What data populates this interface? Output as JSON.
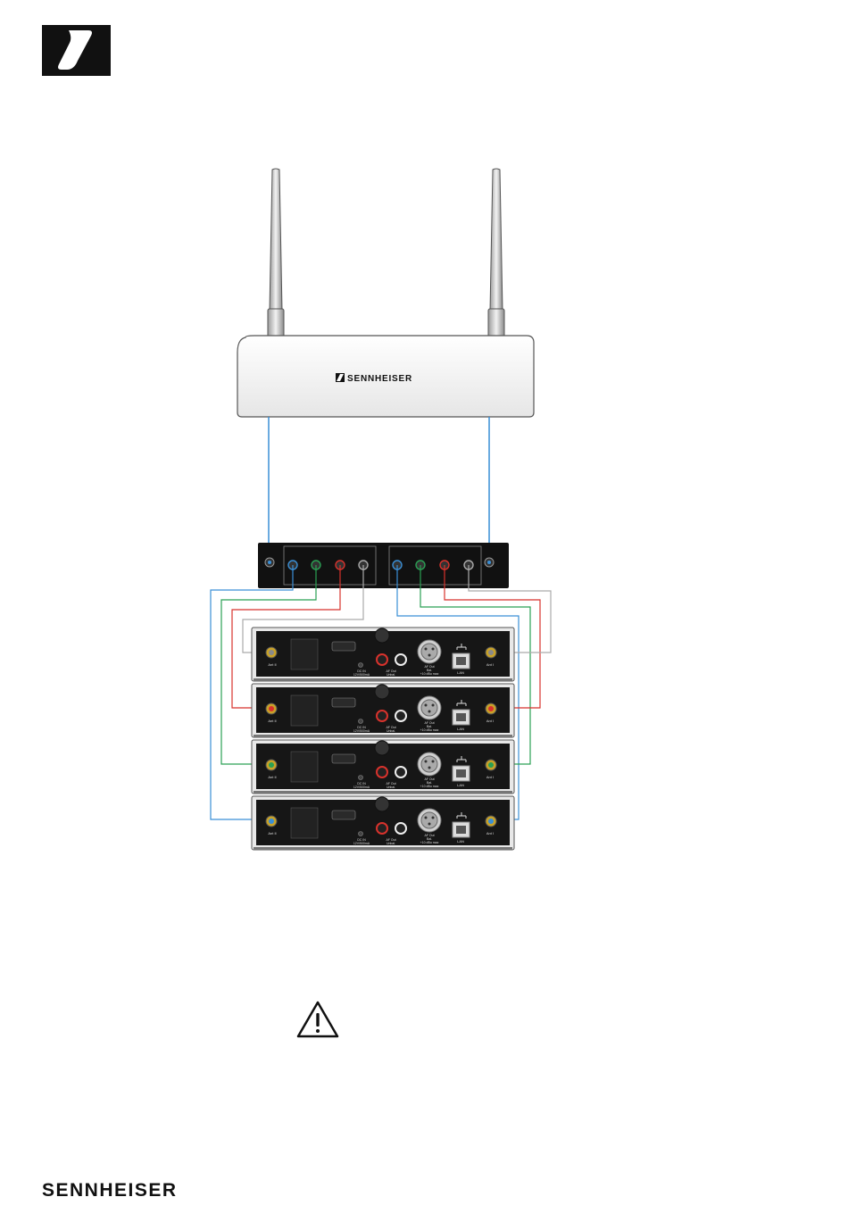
{
  "brand": {
    "router_label": "SENNHEISER",
    "footer": "SENNHEISER"
  },
  "receiver": {
    "ant_left": "Ant II",
    "ant_right": "Ant I",
    "dc_in": "DC IN",
    "dc_rating": "12V/500mA",
    "af_out_unbal": "AF Out",
    "unbal": "Unbal.",
    "af_out_bal": "AF Out",
    "bal": "Bal.",
    "level": "+10 dBu max",
    "lan": "LAN"
  },
  "colors": {
    "blue": "#3a8fd6",
    "green": "#2aa053",
    "red": "#d8322c",
    "grey": "#8a8a8a"
  },
  "icons": [
    "sennheiser-logo-icon",
    "warning-icon"
  ]
}
